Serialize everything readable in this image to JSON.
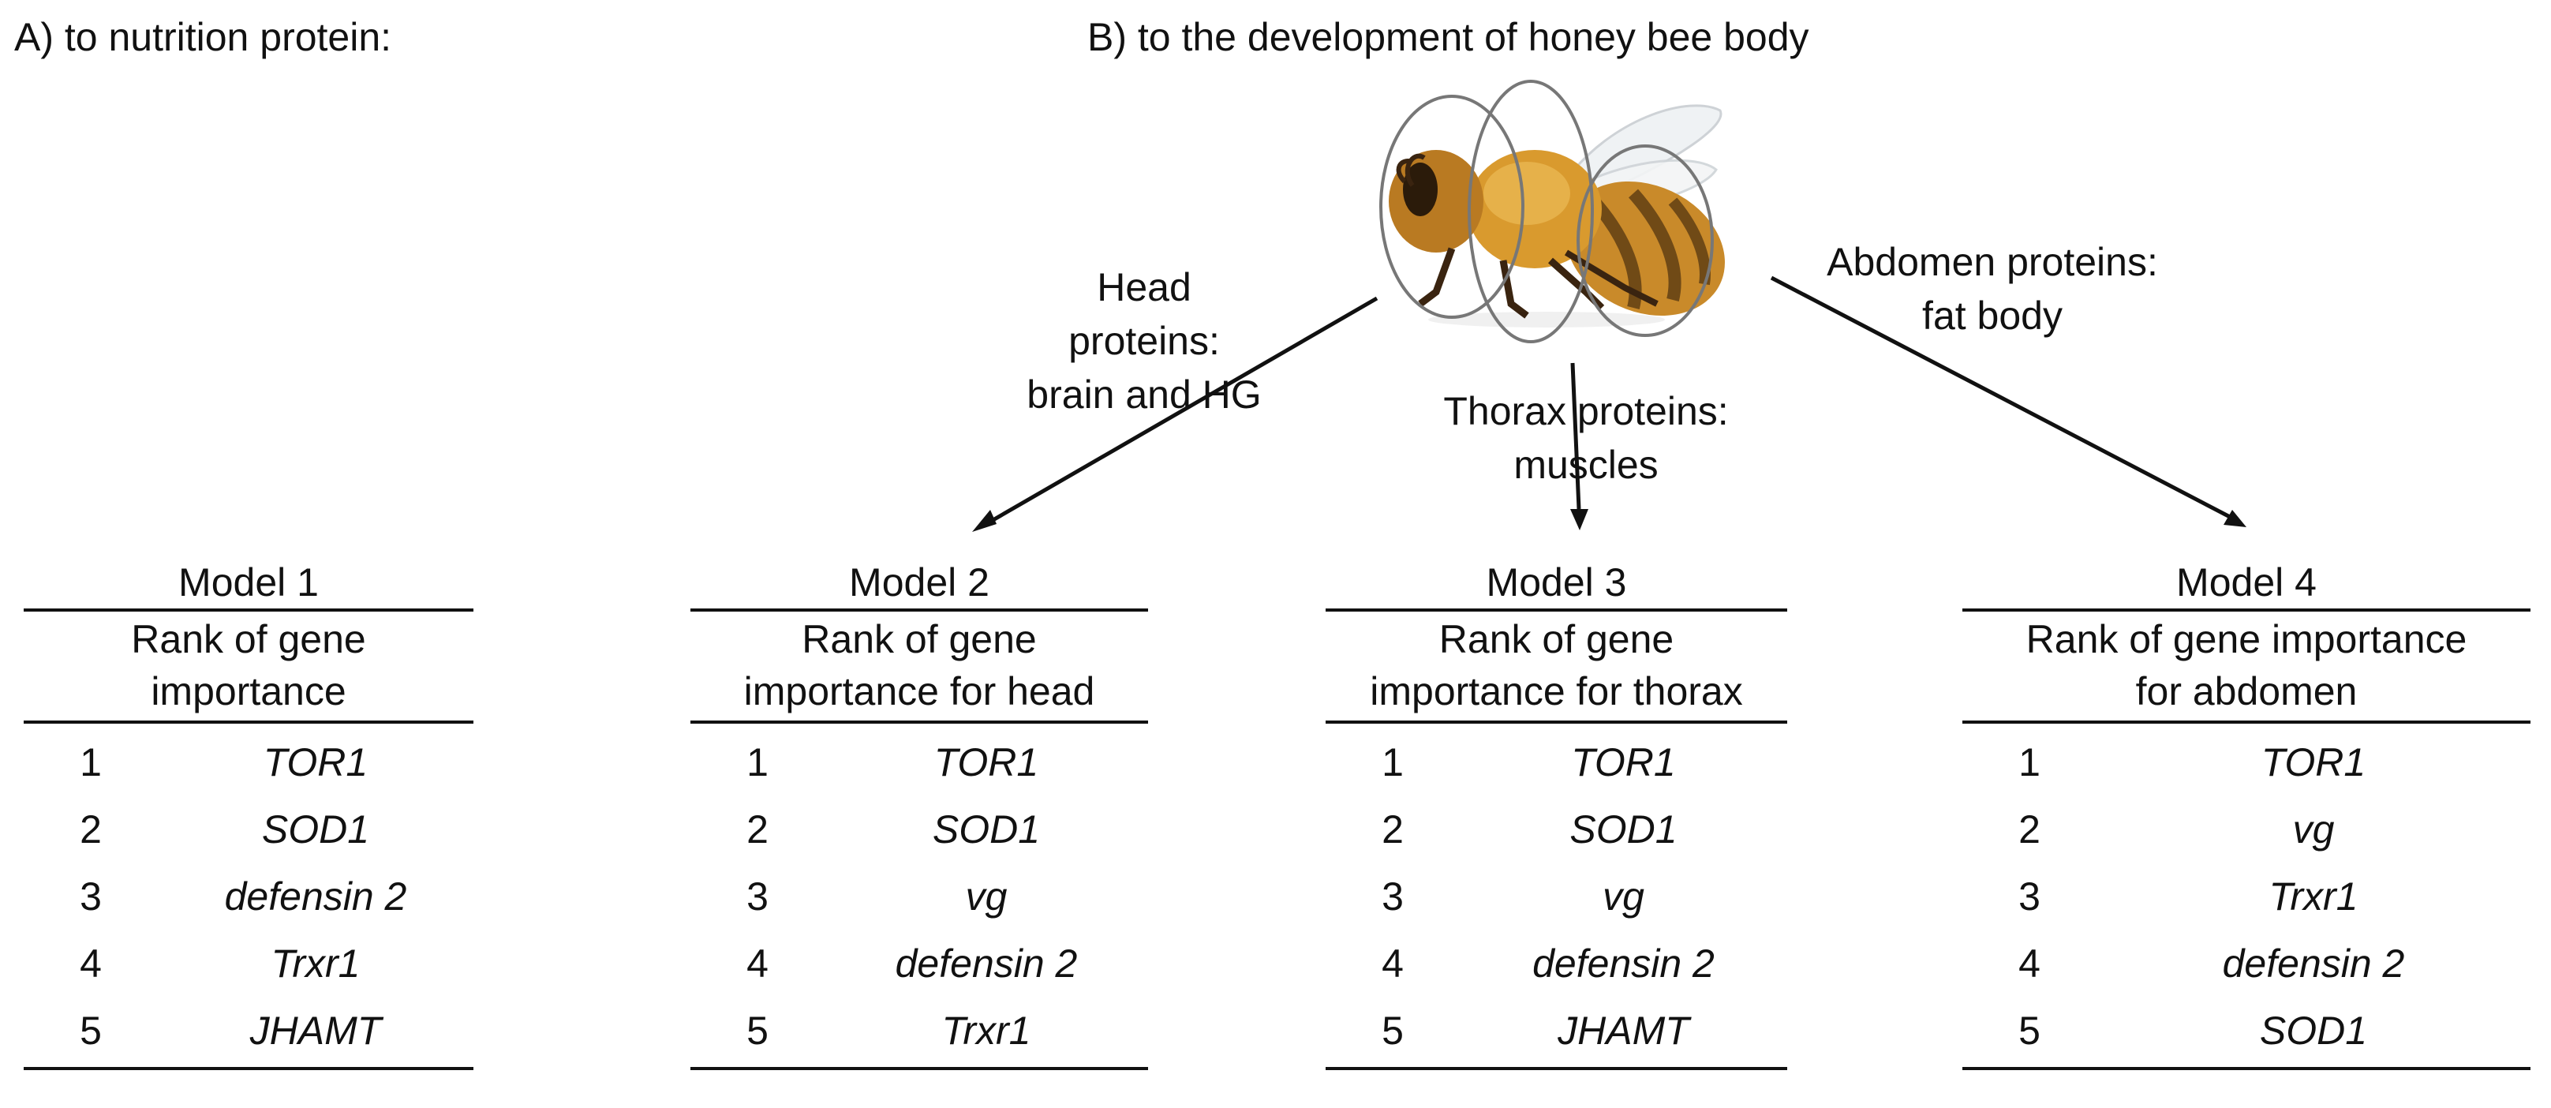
{
  "headings": {
    "part_a": "A) to nutrition protein:",
    "part_b": "B) to the development of honey bee body"
  },
  "arrow_labels": {
    "head": [
      "Head",
      "proteins:",
      "brain and HG"
    ],
    "thorax": [
      "Thorax proteins:",
      "muscles"
    ],
    "abdomen": [
      "Abdomen proteins:",
      "fat body"
    ]
  },
  "models": [
    {
      "title": "Model 1",
      "caption": [
        "Rank of gene",
        "importance"
      ],
      "rows": [
        {
          "rank": "1",
          "gene": "TOR1"
        },
        {
          "rank": "2",
          "gene": "SOD1"
        },
        {
          "rank": "3",
          "gene": "defensin 2"
        },
        {
          "rank": "4",
          "gene": "Trxr1"
        },
        {
          "rank": "5",
          "gene": "JHAMT"
        }
      ]
    },
    {
      "title": "Model 2",
      "caption": [
        "Rank of gene",
        "importance for head"
      ],
      "rows": [
        {
          "rank": "1",
          "gene": "TOR1"
        },
        {
          "rank": "2",
          "gene": "SOD1"
        },
        {
          "rank": "3",
          "gene": "vg"
        },
        {
          "rank": "4",
          "gene": "defensin 2"
        },
        {
          "rank": "5",
          "gene": "Trxr1"
        }
      ]
    },
    {
      "title": "Model 3",
      "caption": [
        "Rank of gene",
        "importance for thorax"
      ],
      "rows": [
        {
          "rank": "1",
          "gene": "TOR1"
        },
        {
          "rank": "2",
          "gene": "SOD1"
        },
        {
          "rank": "3",
          "gene": "vg"
        },
        {
          "rank": "4",
          "gene": "defensin 2"
        },
        {
          "rank": "5",
          "gene": "JHAMT"
        }
      ]
    },
    {
      "title": "Model 4",
      "caption": [
        "Rank of gene importance",
        "for abdomen"
      ],
      "rows": [
        {
          "rank": "1",
          "gene": "TOR1"
        },
        {
          "rank": "2",
          "gene": "vg"
        },
        {
          "rank": "3",
          "gene": "Trxr1"
        },
        {
          "rank": "4",
          "gene": "defensin 2"
        },
        {
          "rank": "5",
          "gene": "SOD1"
        }
      ]
    }
  ]
}
